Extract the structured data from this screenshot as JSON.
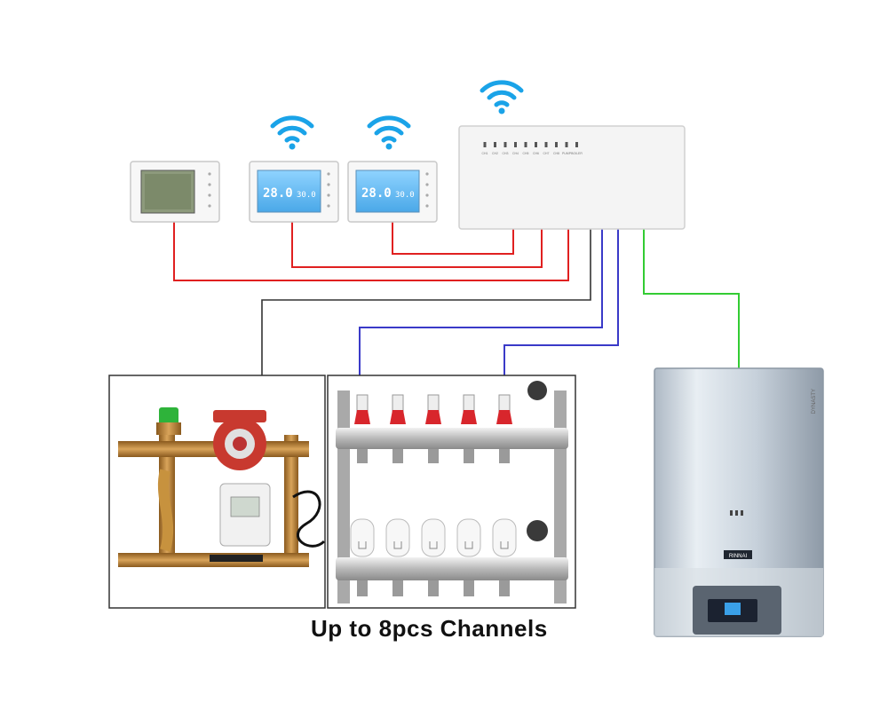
{
  "caption": "Up to 8pcs Channels",
  "thermostats": [
    {
      "type": "plain",
      "wifi": false
    },
    {
      "type": "lcd",
      "wifi": true,
      "temp": "28.0",
      "setpoint": "30.0"
    },
    {
      "type": "lcd",
      "wifi": true,
      "temp": "28.0",
      "setpoint": "30.0"
    }
  ],
  "hub": {
    "wifi": true,
    "led_labels": [
      "CH1",
      "CH2",
      "CH3",
      "CH4",
      "CH5",
      "CH6",
      "CH7",
      "CH8",
      "PUMP",
      "BOILER"
    ]
  },
  "boiler": {
    "brand_side": "DYNASTY",
    "badge": "RINNAI"
  },
  "colors": {
    "thermostat_wire": "#e02020",
    "pump_wire": "#333333",
    "actuator_wire": "#3a3ac8",
    "boiler_wire": "#33cc33",
    "wifi": "#1aa3e8"
  },
  "icons": [
    "wifi-icon",
    "thermostat-icon",
    "control-hub-icon",
    "pump-station-icon",
    "manifold-icon",
    "actuator-icon",
    "boiler-icon"
  ]
}
